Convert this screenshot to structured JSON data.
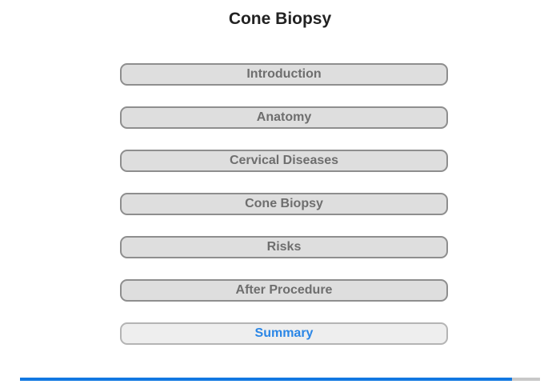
{
  "header": {
    "title": "Cone Biopsy"
  },
  "menu": {
    "items": [
      {
        "label": "Introduction",
        "active": false
      },
      {
        "label": "Anatomy",
        "active": false
      },
      {
        "label": "Cervical Diseases",
        "active": false
      },
      {
        "label": "Cone Biopsy",
        "active": false
      },
      {
        "label": "Risks",
        "active": false
      },
      {
        "label": "After Procedure",
        "active": false
      },
      {
        "label": "Summary",
        "active": true
      }
    ]
  },
  "progress": {
    "percent": 94.6
  },
  "colors": {
    "accent": "#1278e2",
    "active_text": "#2a86e6",
    "button_bg": "#dedede",
    "button_border": "#8e8e8e",
    "track": "#c8c8c8"
  }
}
